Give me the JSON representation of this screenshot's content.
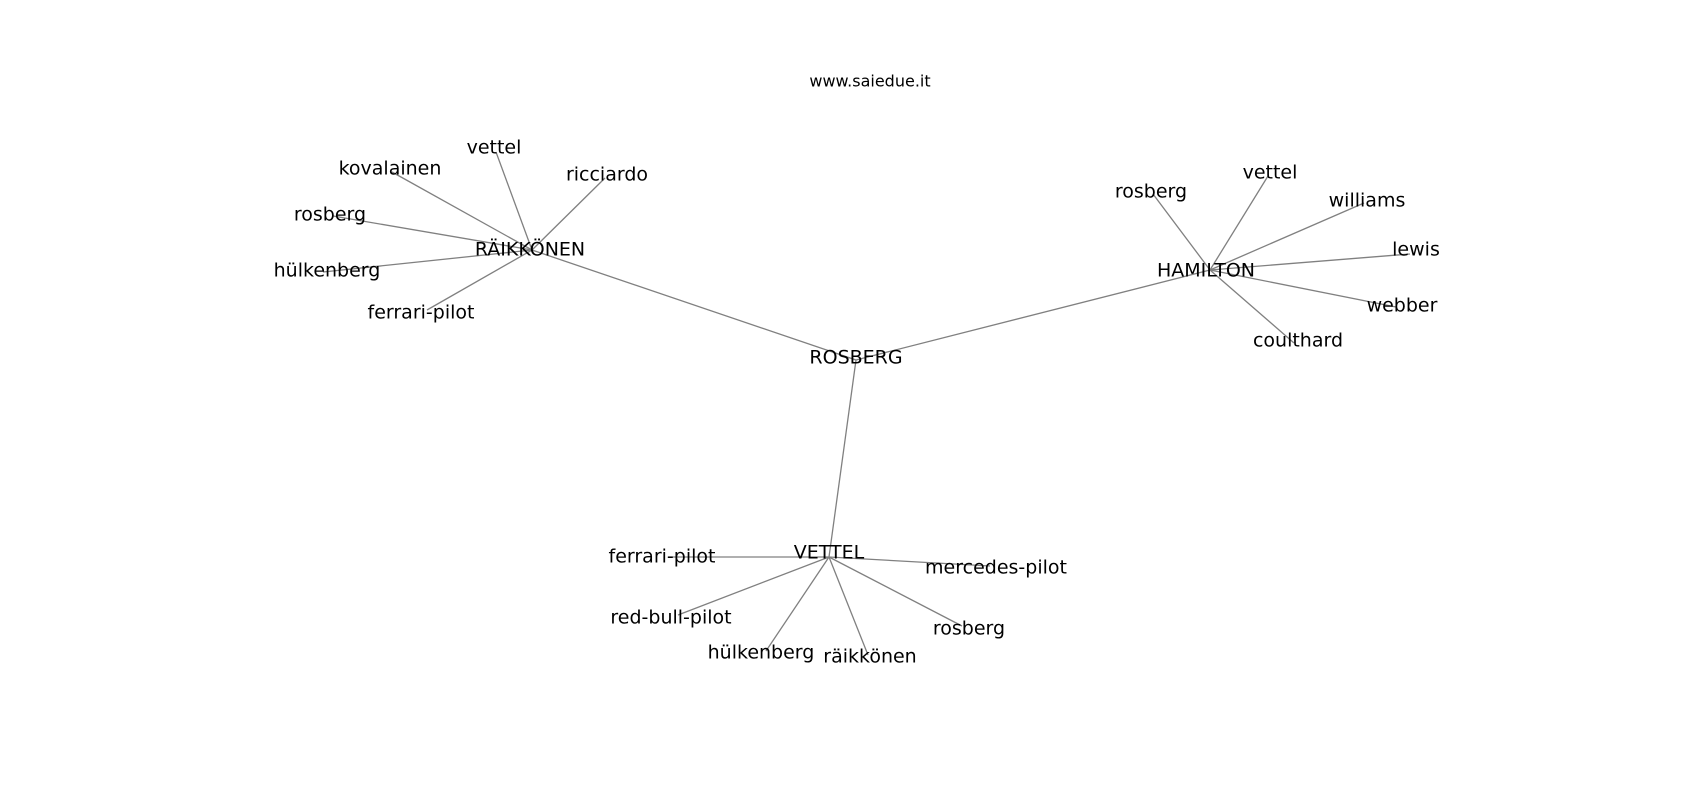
{
  "title": "www.saiedue.it",
  "graph": {
    "nodes": [
      {
        "id": "rosberg_center",
        "label": "ROSBERG"
      },
      {
        "id": "raikkonen_hub",
        "label": "RÄIKKÖNEN"
      },
      {
        "id": "hamilton_hub",
        "label": "HAMILTON"
      },
      {
        "id": "vettel_hub",
        "label": "VETTEL"
      },
      {
        "id": "r_vettel",
        "label": "vettel"
      },
      {
        "id": "r_kovalainen",
        "label": "kovalainen"
      },
      {
        "id": "r_ricciardo",
        "label": "ricciardo"
      },
      {
        "id": "r_rosberg",
        "label": "rosberg"
      },
      {
        "id": "r_hulkenberg",
        "label": "hülkenberg"
      },
      {
        "id": "r_ferrari",
        "label": "ferrari-pilot"
      },
      {
        "id": "h_rosberg",
        "label": "rosberg"
      },
      {
        "id": "h_vettel",
        "label": "vettel"
      },
      {
        "id": "h_williams",
        "label": "williams"
      },
      {
        "id": "h_lewis",
        "label": "lewis"
      },
      {
        "id": "h_webber",
        "label": "webber"
      },
      {
        "id": "h_coulthard",
        "label": "coulthard"
      },
      {
        "id": "v_ferrari",
        "label": "ferrari-pilot"
      },
      {
        "id": "v_mercedes",
        "label": "mercedes-pilot"
      },
      {
        "id": "v_redbull",
        "label": "red-bull-pilot"
      },
      {
        "id": "v_rosberg",
        "label": "rosberg"
      },
      {
        "id": "v_hulkenberg",
        "label": "hülkenberg"
      },
      {
        "id": "v_raikkonen",
        "label": "räikkönen"
      }
    ],
    "edges": [
      [
        "rosberg_center",
        "raikkonen_hub"
      ],
      [
        "rosberg_center",
        "hamilton_hub"
      ],
      [
        "rosberg_center",
        "vettel_hub"
      ],
      [
        "raikkonen_hub",
        "r_vettel"
      ],
      [
        "raikkonen_hub",
        "r_kovalainen"
      ],
      [
        "raikkonen_hub",
        "r_ricciardo"
      ],
      [
        "raikkonen_hub",
        "r_rosberg"
      ],
      [
        "raikkonen_hub",
        "r_hulkenberg"
      ],
      [
        "raikkonen_hub",
        "r_ferrari"
      ],
      [
        "hamilton_hub",
        "h_rosberg"
      ],
      [
        "hamilton_hub",
        "h_vettel"
      ],
      [
        "hamilton_hub",
        "h_williams"
      ],
      [
        "hamilton_hub",
        "h_lewis"
      ],
      [
        "hamilton_hub",
        "h_webber"
      ],
      [
        "hamilton_hub",
        "h_coulthard"
      ],
      [
        "vettel_hub",
        "v_ferrari"
      ],
      [
        "vettel_hub",
        "v_mercedes"
      ],
      [
        "vettel_hub",
        "v_redbull"
      ],
      [
        "vettel_hub",
        "v_rosberg"
      ],
      [
        "vettel_hub",
        "v_hulkenberg"
      ],
      [
        "vettel_hub",
        "v_raikkonen"
      ]
    ]
  }
}
